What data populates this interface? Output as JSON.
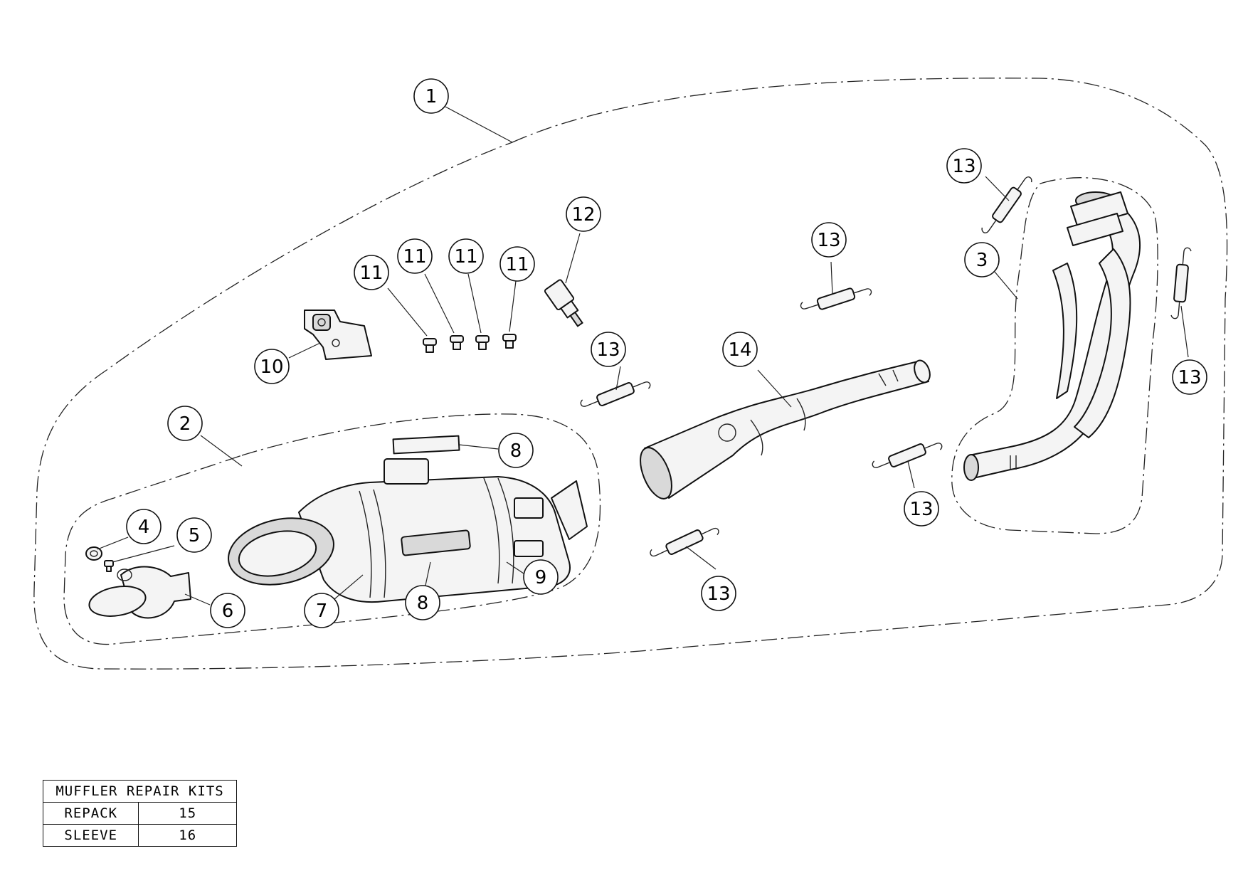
{
  "callouts": [
    {
      "id": "c1",
      "label": "1"
    },
    {
      "id": "c2",
      "label": "2"
    },
    {
      "id": "c3",
      "label": "3"
    },
    {
      "id": "c4",
      "label": "4"
    },
    {
      "id": "c5",
      "label": "5"
    },
    {
      "id": "c6",
      "label": "6"
    },
    {
      "id": "c7",
      "label": "7"
    },
    {
      "id": "c8a",
      "label": "8"
    },
    {
      "id": "c8b",
      "label": "8"
    },
    {
      "id": "c9",
      "label": "9"
    },
    {
      "id": "c10",
      "label": "10"
    },
    {
      "id": "c11a",
      "label": "11"
    },
    {
      "id": "c11b",
      "label": "11"
    },
    {
      "id": "c11c",
      "label": "11"
    },
    {
      "id": "c11d",
      "label": "11"
    },
    {
      "id": "c12",
      "label": "12"
    },
    {
      "id": "c13a",
      "label": "13"
    },
    {
      "id": "c13b",
      "label": "13"
    },
    {
      "id": "c13c",
      "label": "13"
    },
    {
      "id": "c13d",
      "label": "13"
    },
    {
      "id": "c13e",
      "label": "13"
    },
    {
      "id": "c13f",
      "label": "13"
    },
    {
      "id": "c14",
      "label": "14"
    }
  ],
  "repair_kits": {
    "title": "MUFFLER REPAIR KITS",
    "rows": [
      {
        "name": "REPACK",
        "number": "15"
      },
      {
        "name": "SLEEVE",
        "number": "16"
      }
    ]
  }
}
